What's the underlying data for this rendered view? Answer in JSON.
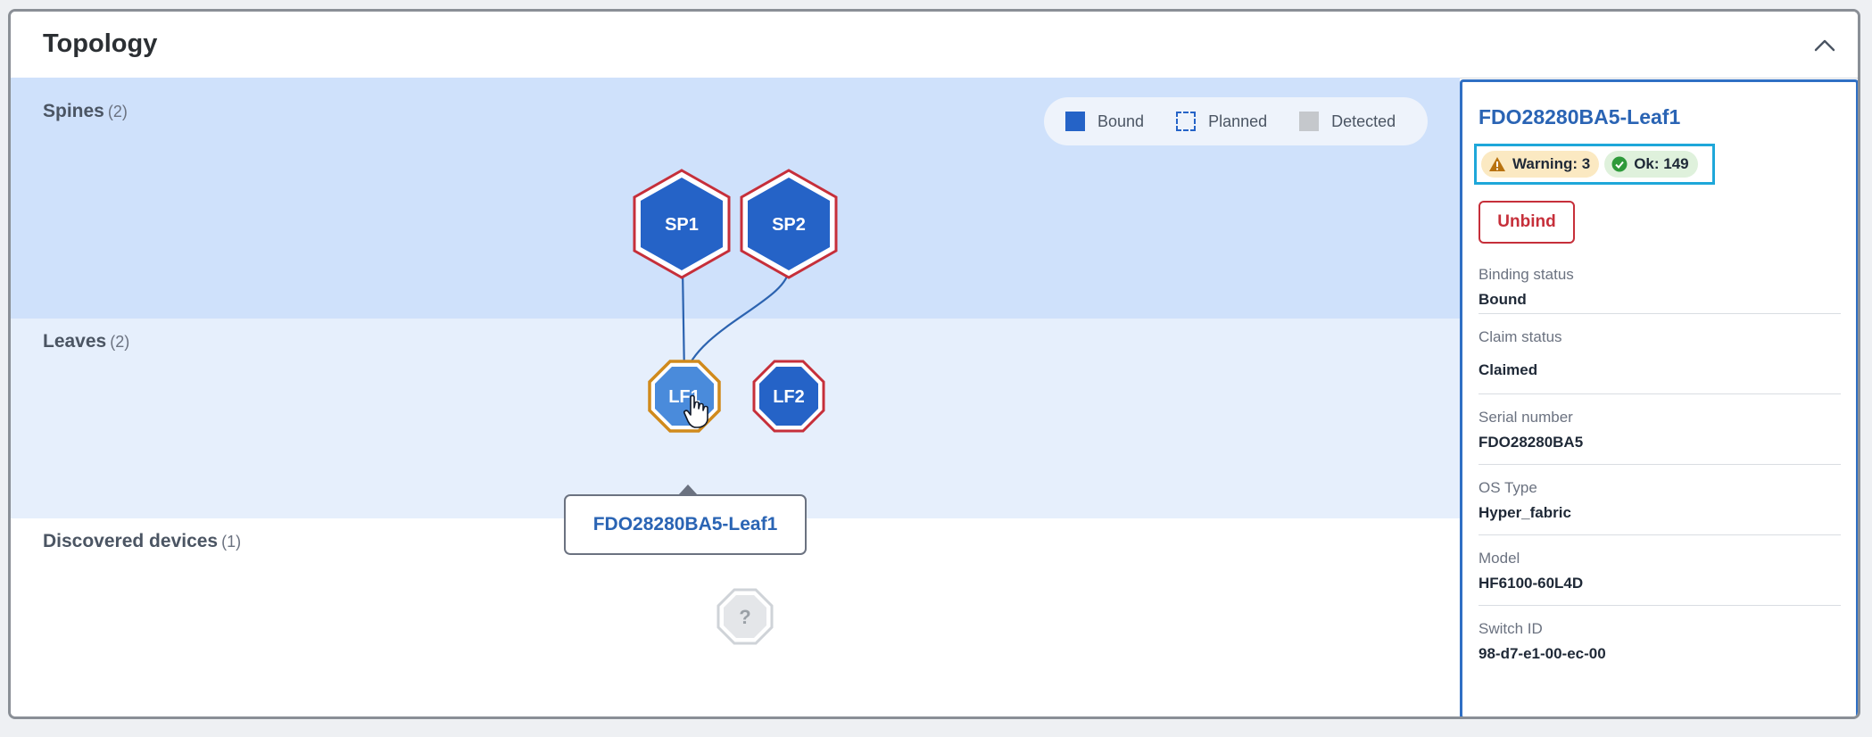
{
  "panel": {
    "title": "Topology"
  },
  "bands": {
    "spines": {
      "label": "Spines",
      "count": "(2)"
    },
    "leaves": {
      "label": "Leaves",
      "count": "(2)"
    },
    "discovered": {
      "label": "Discovered devices",
      "count": "(1)"
    }
  },
  "legend": {
    "bound": "Bound",
    "planned": "Planned",
    "detected": "Detected"
  },
  "nodes": {
    "sp1": "SP1",
    "sp2": "SP2",
    "lf1": "LF1",
    "lf2": "LF2",
    "unknown": "?"
  },
  "tooltip": {
    "text": "FDO28280BA5-Leaf1"
  },
  "details": {
    "title": "FDO28280BA5-Leaf1",
    "warning": "Warning: 3",
    "ok": "Ok: 149",
    "unbind": "Unbind",
    "props": [
      {
        "label": "Binding status",
        "value": "Bound"
      },
      {
        "label": "Claim status",
        "value": "Claimed"
      },
      {
        "label": "Serial number",
        "value": "FDO28280BA5"
      },
      {
        "label": "OS Type",
        "value": "Hyper_fabric"
      },
      {
        "label": "Model",
        "value": "HF6100-60L4D"
      },
      {
        "label": "Switch ID",
        "value": "98-d7-e1-00-ec-00"
      }
    ]
  },
  "colors": {
    "bound": "#2563c7",
    "critical_border": "#c62f3a",
    "warning_border": "#d08a1c",
    "selected_fill": "#4a8bdb",
    "accent": "#2a64b4",
    "highlight": "#1ea7d9"
  }
}
